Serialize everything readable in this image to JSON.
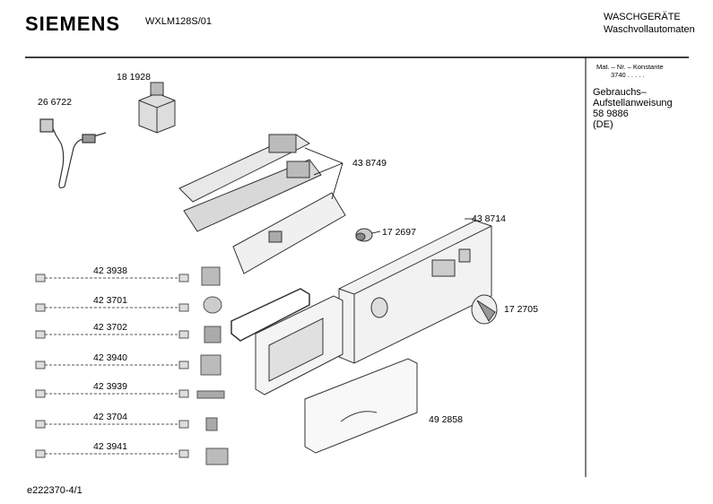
{
  "header": {
    "brand": "SIEMENS",
    "model": "WXLM128S/01",
    "category_line1": "WASCHGERÄTE",
    "category_line2": "Waschvollautomaten"
  },
  "sidebar": {
    "konstante_label": "Mat. – Nr. – Konstante",
    "konstante_value": "3740  .  .  .  .  .",
    "doc_line1": "Gebrauchs–",
    "doc_line2": "Aufstellanweisung",
    "doc_number": "58 9886",
    "doc_lang": "(DE)"
  },
  "parts": {
    "p181928": "18 1928",
    "p266722": "26 6722",
    "p438749": "43 8749",
    "p172697": "17 2697",
    "p438714": "43 8714",
    "p172705": "17 2705",
    "p423938": "42 3938",
    "p423701": "42 3701",
    "p423702": "42 3702",
    "p423940": "42 3940",
    "p423939": "42 3939",
    "p423704": "42 3704",
    "p423941": "42 3941",
    "p492858": "49 2858"
  },
  "footer": {
    "doc_id": "e222370-4/1"
  }
}
